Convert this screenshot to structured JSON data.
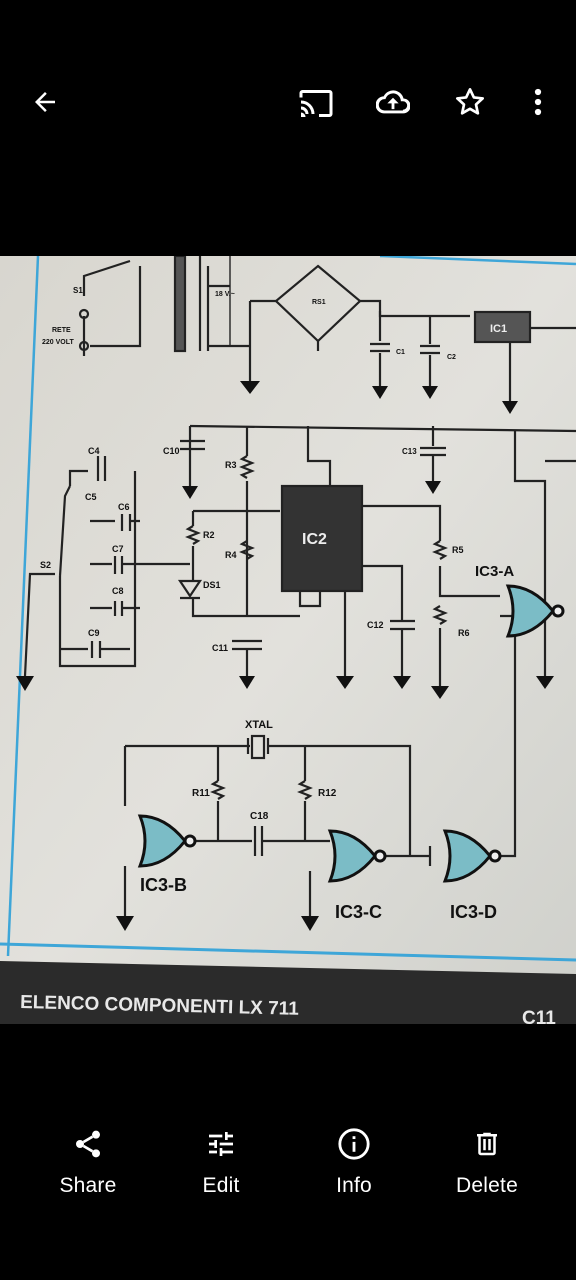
{
  "actions": {
    "share": "Share",
    "edit": "Edit",
    "info": "Info",
    "delete": "Delete"
  },
  "schematic": {
    "labels": {
      "ic1": "IC1",
      "ic2": "IC2",
      "ic3a": "IC3-A",
      "ic3b": "IC3-B",
      "ic3c": "IC3-C",
      "ic3d": "IC3-D",
      "xtal": "XTAL",
      "r11": "R11",
      "r12": "R12",
      "c18": "C18",
      "c10": "C10",
      "c11": "C11",
      "c12": "C12",
      "c13": "C13",
      "c4": "C4",
      "c5": "C5",
      "c6": "C6",
      "c7": "C7",
      "c8": "C8",
      "c9": "C9",
      "r2": "R2",
      "r3": "R3",
      "r4": "R4",
      "r5": "R5",
      "r6": "R6",
      "ds1": "DS1",
      "s1": "S1",
      "s2": "S2",
      "rs1": "RS1",
      "rete": "RETE",
      "volt": "220 VOLT",
      "v18": "18 V.~",
      "c1": "C1",
      "c2": "C2"
    },
    "footer": "ELENCO COMPONENTI LX 711",
    "footer_right": "C11"
  }
}
